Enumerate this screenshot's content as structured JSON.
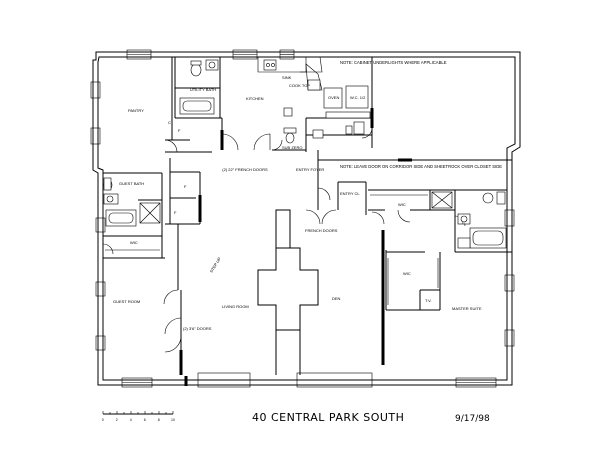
{
  "notes": {
    "cabinet": "NOTE: CABINET UNDERLIGHTS WHERE APPLICABLE",
    "door": "NOTE: LEAVE DOOR ON CORRIDOR SIDE AND SHEETROCK OVER CLOSET SIDE"
  },
  "rooms": {
    "pantry": "PANTRY",
    "utility_bath": "UTILITY BATH",
    "kitchen": "KITCHEN",
    "cooktop": "COOK TOP",
    "sink": "SINK",
    "oven": "OVEN",
    "wc": "W.C. 1/2",
    "sub_zero": "SUB ZERO",
    "french_doors_top": "(2)  22\" FRENCH DOORS",
    "entry_foyer": "ENTRY FOYER",
    "guest_bath": "GUEST BATH",
    "wic_left": "WIC",
    "guest_room": "GUEST ROOM",
    "living_room": "LIVING ROOM",
    "step_up": "STEP UP",
    "french_doors_left": "(2)  3'6\" DOORS",
    "french_doors_mid": "FRENCH DOORS",
    "den": "DEN",
    "entry_cl": "ENTRY CL",
    "wic_center": "WIC",
    "wic_right": "WIC",
    "tv": "T.V.",
    "master_suite": "MASTER SUITE",
    "f1": "F",
    "f2": "F",
    "f3": "F",
    "c1": "C",
    "c2": "C"
  },
  "title": "40 CENTRAL PARK SOUTH",
  "date": "9/17/98",
  "scale": {
    "ticks": [
      "0",
      "2",
      "4",
      "6",
      "8",
      "10"
    ]
  }
}
